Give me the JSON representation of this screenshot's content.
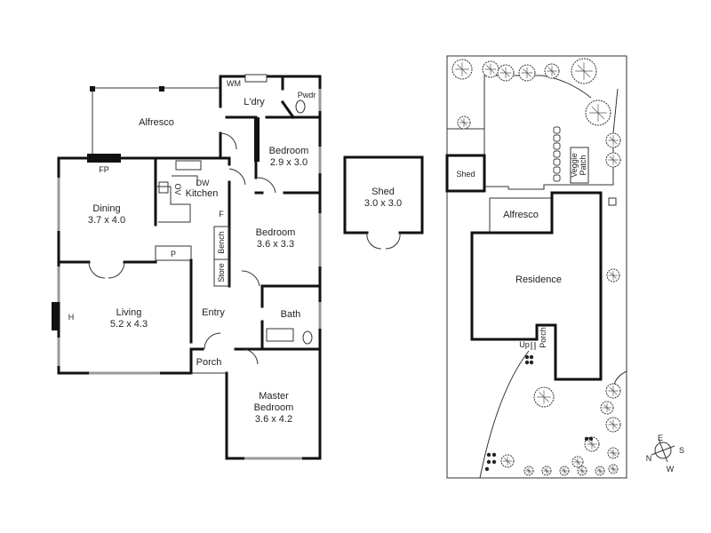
{
  "floor_plan": {
    "rooms": {
      "alfresco": "Alfresco",
      "laundry": "L'dry",
      "wm": "WM",
      "powder": "Pwdr",
      "bedroom2_name": "Bedroom",
      "bedroom2_size": "2.9 x 3.0",
      "fp": "FP",
      "dining_name": "Dining",
      "dining_size": "3.7 x 4.0",
      "kitchen": "Kitchen",
      "dw": "DW",
      "ov": "OV",
      "f": "F",
      "bedroom3_name": "Bedroom",
      "bedroom3_size": "3.6 x 3.3",
      "p": "P",
      "bench": "Bench",
      "store": "Store",
      "h": "H",
      "living_name": "Living",
      "living_size": "5.2 x 4.3",
      "entry": "Entry",
      "bath": "Bath",
      "porch": "Porch",
      "master_name1": "Master",
      "master_name2": "Bedroom",
      "master_size": "3.6 x 4.2"
    },
    "shed_name": "Shed",
    "shed_size": "3.0 x 3.0"
  },
  "site_plan": {
    "shed": "Shed",
    "veggie1": "Veggie",
    "veggie2": "Patch",
    "alfresco": "Alfresco",
    "residence": "Residence",
    "up": "Up",
    "porch": "Porch"
  },
  "compass": {
    "n": "N",
    "e": "E",
    "s": "S",
    "w": "W"
  }
}
